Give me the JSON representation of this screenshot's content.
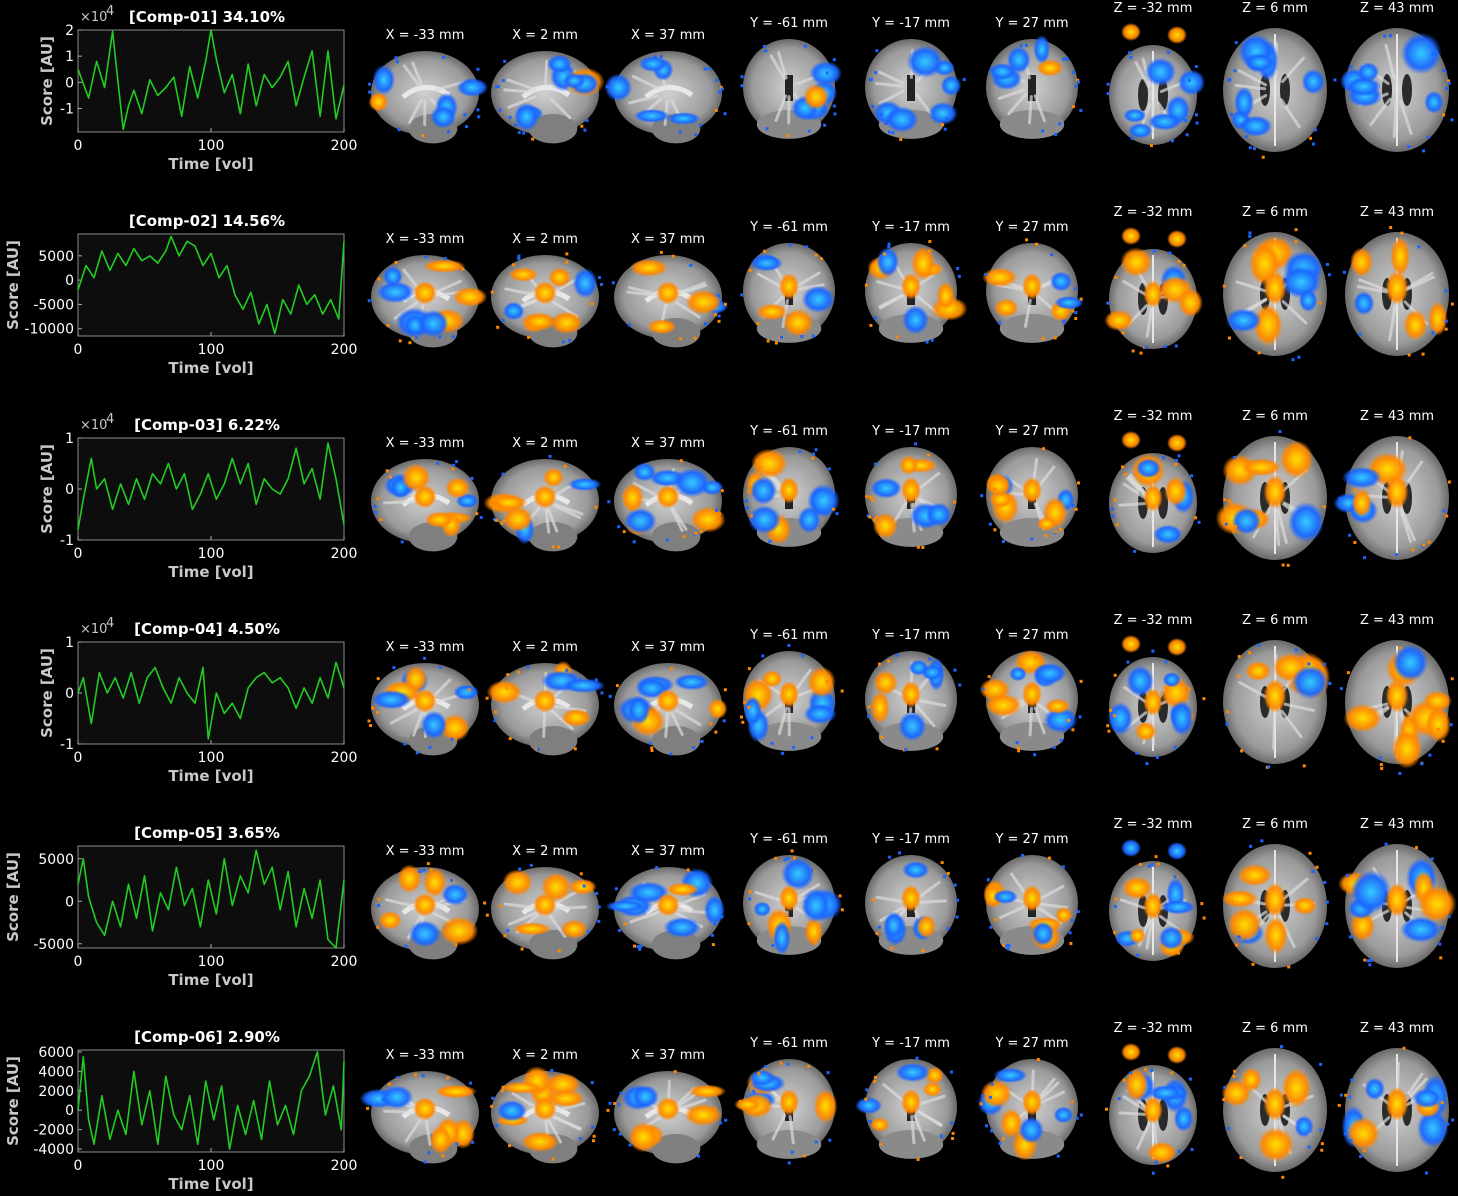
{
  "chart_data": [
    {
      "type": "line",
      "title": "[Comp-01] 34.10%",
      "xlabel": "Time [vol]",
      "ylabel": "Score [AU]",
      "y_exponent": "×10",
      "y_exponent_power": "4",
      "xlim": [
        0,
        200
      ],
      "ylim": [
        -1.9,
        2.0
      ],
      "x_ticks": [
        "0",
        "100",
        "200"
      ],
      "y_ticks": [
        {
          "v": 2,
          "label": "2"
        },
        {
          "v": 1,
          "label": "1"
        },
        {
          "v": 0,
          "label": "0"
        },
        {
          "v": -1,
          "label": "-1"
        }
      ],
      "line_color": "#22cc22",
      "series": [
        {
          "x": [
            0,
            8,
            14,
            20,
            26,
            28,
            34,
            38,
            42,
            48,
            54,
            60,
            66,
            72,
            78,
            84,
            90,
            96,
            100,
            104,
            110,
            116,
            122,
            128,
            134,
            140,
            146,
            152,
            158,
            164,
            170,
            176,
            182,
            188,
            194,
            200
          ],
          "values": [
            0.5,
            -0.6,
            0.8,
            -0.2,
            1.95,
            1.0,
            -1.8,
            -0.9,
            -0.3,
            -1.2,
            0.1,
            -0.5,
            -0.2,
            0.2,
            -1.3,
            0.6,
            -0.6,
            0.8,
            2.0,
            0.9,
            -0.4,
            0.3,
            -1.2,
            0.7,
            -0.9,
            0.3,
            -0.2,
            0.2,
            0.8,
            -0.9,
            0.2,
            1.2,
            -1.3,
            1.2,
            -1.4,
            -0.1
          ]
        }
      ]
    },
    {
      "type": "line",
      "title": "[Comp-02] 14.56%",
      "xlabel": "Time [vol]",
      "ylabel": "Score [AU]",
      "xlim": [
        0,
        200
      ],
      "ylim": [
        -11500,
        9500
      ],
      "x_ticks": [
        "0",
        "100",
        "200"
      ],
      "y_ticks": [
        {
          "v": 5000,
          "label": "5000"
        },
        {
          "v": 0,
          "label": "0"
        },
        {
          "v": -5000,
          "label": "-5000"
        },
        {
          "v": -10000,
          "label": "-10000"
        }
      ],
      "line_color": "#22cc22",
      "series": [
        {
          "x": [
            0,
            6,
            12,
            18,
            24,
            30,
            36,
            42,
            48,
            54,
            60,
            66,
            70,
            76,
            82,
            88,
            94,
            100,
            106,
            112,
            118,
            124,
            130,
            136,
            142,
            148,
            154,
            160,
            166,
            172,
            178,
            184,
            190,
            196,
            200
          ],
          "values": [
            -2000,
            3000,
            500,
            6000,
            2000,
            5500,
            3000,
            6500,
            4000,
            5000,
            3500,
            6000,
            9000,
            5000,
            8000,
            7000,
            3000,
            5500,
            500,
            3000,
            -3000,
            -6000,
            -2500,
            -9000,
            -5000,
            -11000,
            -4000,
            -7000,
            -1000,
            -5000,
            -3000,
            -7000,
            -4000,
            -8000,
            8000
          ]
        }
      ]
    },
    {
      "type": "line",
      "title": "[Comp-03] 6.22%",
      "xlabel": "Time [vol]",
      "ylabel": "Score [AU]",
      "y_exponent": "×10",
      "y_exponent_power": "4",
      "xlim": [
        0,
        200
      ],
      "ylim": [
        -1.0,
        1.0
      ],
      "x_ticks": [
        "0",
        "100",
        "200"
      ],
      "y_ticks": [
        {
          "v": 1,
          "label": "1"
        },
        {
          "v": 0,
          "label": "0"
        },
        {
          "v": -1,
          "label": "-1"
        }
      ],
      "line_color": "#22cc22",
      "series": [
        {
          "x": [
            0,
            4,
            10,
            14,
            20,
            26,
            32,
            38,
            44,
            50,
            56,
            62,
            68,
            74,
            80,
            86,
            92,
            98,
            104,
            110,
            116,
            122,
            128,
            134,
            140,
            146,
            152,
            158,
            164,
            170,
            176,
            182,
            188,
            194,
            200
          ],
          "values": [
            -0.8,
            -0.2,
            0.6,
            0.0,
            0.2,
            -0.4,
            0.1,
            -0.3,
            0.2,
            -0.2,
            0.3,
            0.1,
            0.5,
            0.0,
            0.3,
            -0.4,
            -0.1,
            0.3,
            -0.2,
            0.1,
            0.6,
            0.1,
            0.5,
            -0.3,
            0.2,
            0.0,
            -0.1,
            0.2,
            0.8,
            0.1,
            0.4,
            -0.2,
            0.9,
            0.2,
            -0.7
          ]
        }
      ]
    },
    {
      "type": "line",
      "title": "[Comp-04] 4.50%",
      "xlabel": "Time [vol]",
      "ylabel": "Score [AU]",
      "y_exponent": "×10",
      "y_exponent_power": "4",
      "xlim": [
        0,
        200
      ],
      "ylim": [
        -1.0,
        1.0
      ],
      "x_ticks": [
        "0",
        "100",
        "200"
      ],
      "y_ticks": [
        {
          "v": 1,
          "label": "1"
        },
        {
          "v": 0,
          "label": "0"
        },
        {
          "v": -1,
          "label": "-1"
        }
      ],
      "line_color": "#22cc22",
      "series": [
        {
          "x": [
            0,
            4,
            10,
            16,
            22,
            28,
            34,
            40,
            46,
            52,
            58,
            64,
            70,
            76,
            82,
            88,
            94,
            98,
            104,
            110,
            116,
            122,
            128,
            134,
            140,
            146,
            152,
            158,
            164,
            170,
            176,
            182,
            188,
            194,
            200
          ],
          "values": [
            0.0,
            0.3,
            -0.6,
            0.4,
            0.0,
            0.3,
            -0.1,
            0.4,
            -0.2,
            0.3,
            0.5,
            0.1,
            -0.2,
            0.3,
            0.0,
            -0.2,
            0.5,
            -0.9,
            0.0,
            -0.4,
            -0.2,
            -0.5,
            0.1,
            0.3,
            0.4,
            0.2,
            0.3,
            0.1,
            -0.3,
            0.1,
            -0.2,
            0.3,
            -0.1,
            0.6,
            0.1
          ]
        }
      ]
    },
    {
      "type": "line",
      "title": "[Comp-05] 3.65%",
      "xlabel": "Time [vol]",
      "ylabel": "Score [AU]",
      "xlim": [
        0,
        200
      ],
      "ylim": [
        -5500,
        6500
      ],
      "x_ticks": [
        "0",
        "100",
        "200"
      ],
      "y_ticks": [
        {
          "v": 5000,
          "label": "5000"
        },
        {
          "v": 0,
          "label": "0"
        },
        {
          "v": -5000,
          "label": "-5000"
        }
      ],
      "line_color": "#22cc22",
      "series": [
        {
          "x": [
            0,
            4,
            8,
            14,
            20,
            26,
            32,
            38,
            44,
            50,
            56,
            62,
            68,
            74,
            80,
            86,
            92,
            98,
            104,
            110,
            116,
            122,
            128,
            134,
            140,
            146,
            152,
            158,
            164,
            170,
            176,
            182,
            188,
            194,
            200
          ],
          "values": [
            2000,
            5000,
            500,
            -2500,
            -4000,
            0,
            -3000,
            2000,
            -2000,
            3000,
            -3500,
            1000,
            -1000,
            4000,
            -500,
            1500,
            -3000,
            2500,
            -1500,
            5000,
            -500,
            3000,
            1000,
            6000,
            2000,
            4000,
            -1000,
            3500,
            -3000,
            1500,
            -2000,
            2500,
            -4500,
            -5500,
            2500
          ]
        }
      ]
    },
    {
      "type": "line",
      "title": "[Comp-06] 2.90%",
      "xlabel": "Time [vol]",
      "ylabel": "Score [AU]",
      "xlim": [
        0,
        200
      ],
      "ylim": [
        -4300,
        6200
      ],
      "x_ticks": [
        "0",
        "100",
        "200"
      ],
      "y_ticks": [
        {
          "v": 6000,
          "label": "6000"
        },
        {
          "v": 4000,
          "label": "4000"
        },
        {
          "v": 2000,
          "label": "2000"
        },
        {
          "v": 0,
          "label": "0"
        },
        {
          "v": -2000,
          "label": "-2000"
        },
        {
          "v": -4000,
          "label": "-4000"
        }
      ],
      "line_color": "#22cc22",
      "series": [
        {
          "x": [
            0,
            4,
            8,
            12,
            18,
            24,
            30,
            36,
            42,
            48,
            54,
            60,
            66,
            72,
            78,
            84,
            90,
            96,
            102,
            108,
            114,
            120,
            126,
            132,
            138,
            144,
            150,
            156,
            162,
            168,
            174,
            180,
            186,
            192,
            198,
            200
          ],
          "values": [
            0,
            5500,
            -1000,
            -3500,
            1500,
            -3000,
            0,
            -2500,
            4000,
            -1500,
            2000,
            -3500,
            3500,
            -500,
            -2000,
            1500,
            -3500,
            3000,
            -1000,
            2500,
            -4000,
            500,
            -2500,
            1000,
            -3000,
            3000,
            -1500,
            500,
            -2500,
            2000,
            3500,
            6000,
            -500,
            2500,
            -2000,
            5000
          ]
        }
      ]
    }
  ],
  "slice_labels": {
    "sagittal": [
      "X = -33 mm",
      "X = 2 mm",
      "X = 37 mm"
    ],
    "coronal": [
      "Y = -61 mm",
      "Y = -17 mm",
      "Y = 27 mm"
    ],
    "axial": [
      "Z = -32 mm",
      "Z = 6 mm",
      "Z = 43 mm"
    ]
  },
  "colors": {
    "positive": "#ff8800",
    "positive_peak": "#ffe000",
    "negative": "#1a66ff",
    "negative_peak": "#33ccff",
    "brain_gray": "#8e8e8e",
    "line": "#22cc22"
  }
}
